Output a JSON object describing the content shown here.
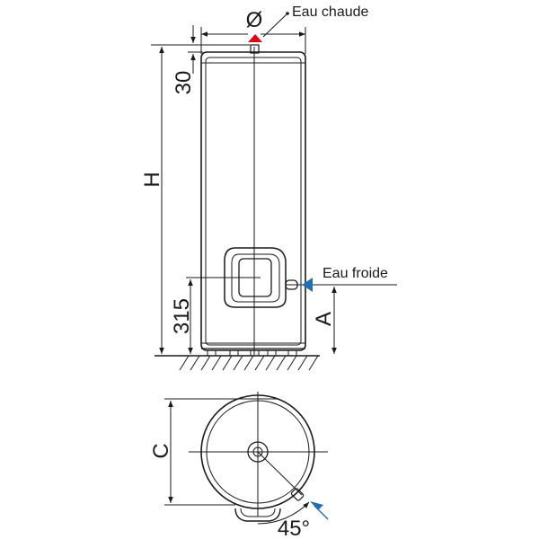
{
  "labels": {
    "hot_water": "Eau chaude",
    "cold_water": "Eau froide",
    "diameter_symbol": "Ø",
    "dim_top_offset": "30",
    "dim_height": "H",
    "dim_inlet_height": "315",
    "dim_cold_height": "A",
    "dim_depth": "C",
    "angle": "45°"
  },
  "colors": {
    "hot_arrow": "#e30613",
    "cold_arrow": "#1f6fb5",
    "line": "#1a1a1a"
  }
}
